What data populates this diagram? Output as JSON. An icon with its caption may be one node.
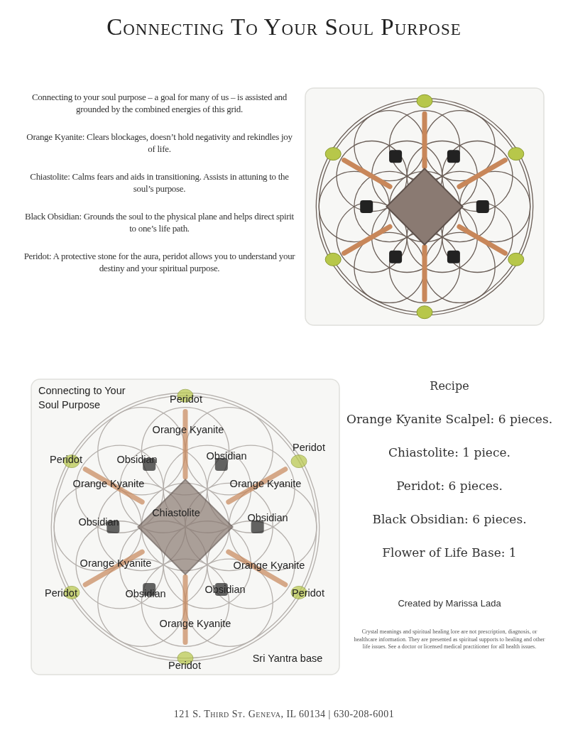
{
  "diagram": {
    "title": "Connecting To Your Soul Purpose",
    "labels": [
      "Connecting to your soul purpose – a goal for many of us – is assisted and grounded by the combined energies of this grid.",
      "Orange Kyanite:  Clears blockages, doesn’t hold negativity and rekindles joy of life.",
      "Chiastolite:  Calms fears and aids in transitioning. Assists in attuning to the soul’s purpose.",
      "Black Obsidian:  Grounds the soul to the physical plane and helps direct spirit to one’s life path.",
      "Peridot:  A protective stone for the aura, peridot allows you to understand your destiny and your spiritual purpose.",
      "Connecting to Your Soul Purpose",
      "Peridot",
      "Orange Kyanite",
      "Peridot",
      "Obsidian",
      "Obsidian",
      "Peridot",
      "Orange Kyanite",
      "Orange Kyanite",
      "Chiastolite",
      "Obsidian",
      "Obsidian",
      "Orange Kyanite",
      "Orange Kyanite",
      "Peridot",
      "Obsidian",
      "Obsidian",
      "Peridot",
      "Orange Kyanite",
      "Peridot",
      "Sri Yantra base",
      "Recipe",
      "Orange Kyanite Scalpel: 6 pieces.",
      "Chiastolite: 1 piece.",
      "Peridot: 6 pieces.",
      "Black Obsidian: 6 pieces.",
      "Flower of Life Base: 1",
      "Created by Marissa Lada",
      "Crystal  meanings and spiritual healing lore are not prescription, diagnosis, or healthcare information. They are presented as spiritual supports to healing and other life issues. See a doctor or licensed medical practitioner for all health issues.",
      "121 S. Third St. Geneva, IL 60134 | 630-208-6001"
    ]
  }
}
